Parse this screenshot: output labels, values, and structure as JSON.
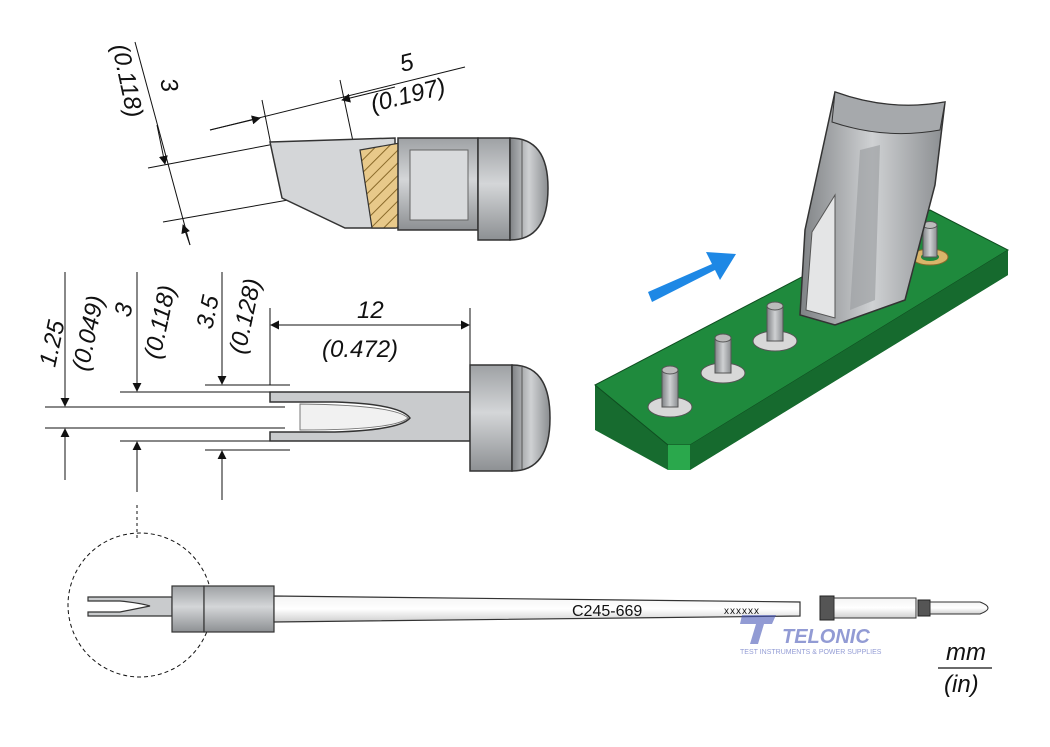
{
  "dimensions": {
    "top_height_mm": "3",
    "top_height_in": "(0.118)",
    "top_length_mm": "5",
    "top_length_in": "(0.197)",
    "gap_mm": "1.25",
    "gap_in": "(0.049)",
    "fork_a_mm": "3",
    "fork_a_in": "(0.118)",
    "fork_b_mm": "3.5",
    "fork_b_in": "(0.128)",
    "length_mm": "12",
    "length_in": "(0.472)"
  },
  "cartridge": {
    "part_number": "C245-669",
    "serial_placeholder": "xxxxxx"
  },
  "watermark": {
    "brand": "TELONIC",
    "tagline": "TEST INSTRUMENTS & POWER SUPPLIES"
  },
  "units": {
    "primary": "mm",
    "secondary": "(in)"
  },
  "colors": {
    "pcb_green": "#1f8a3d",
    "arrow_blue": "#1e88e5",
    "tip_grey": "#b9bcbf",
    "hatch_gold": "#e8c98a"
  }
}
